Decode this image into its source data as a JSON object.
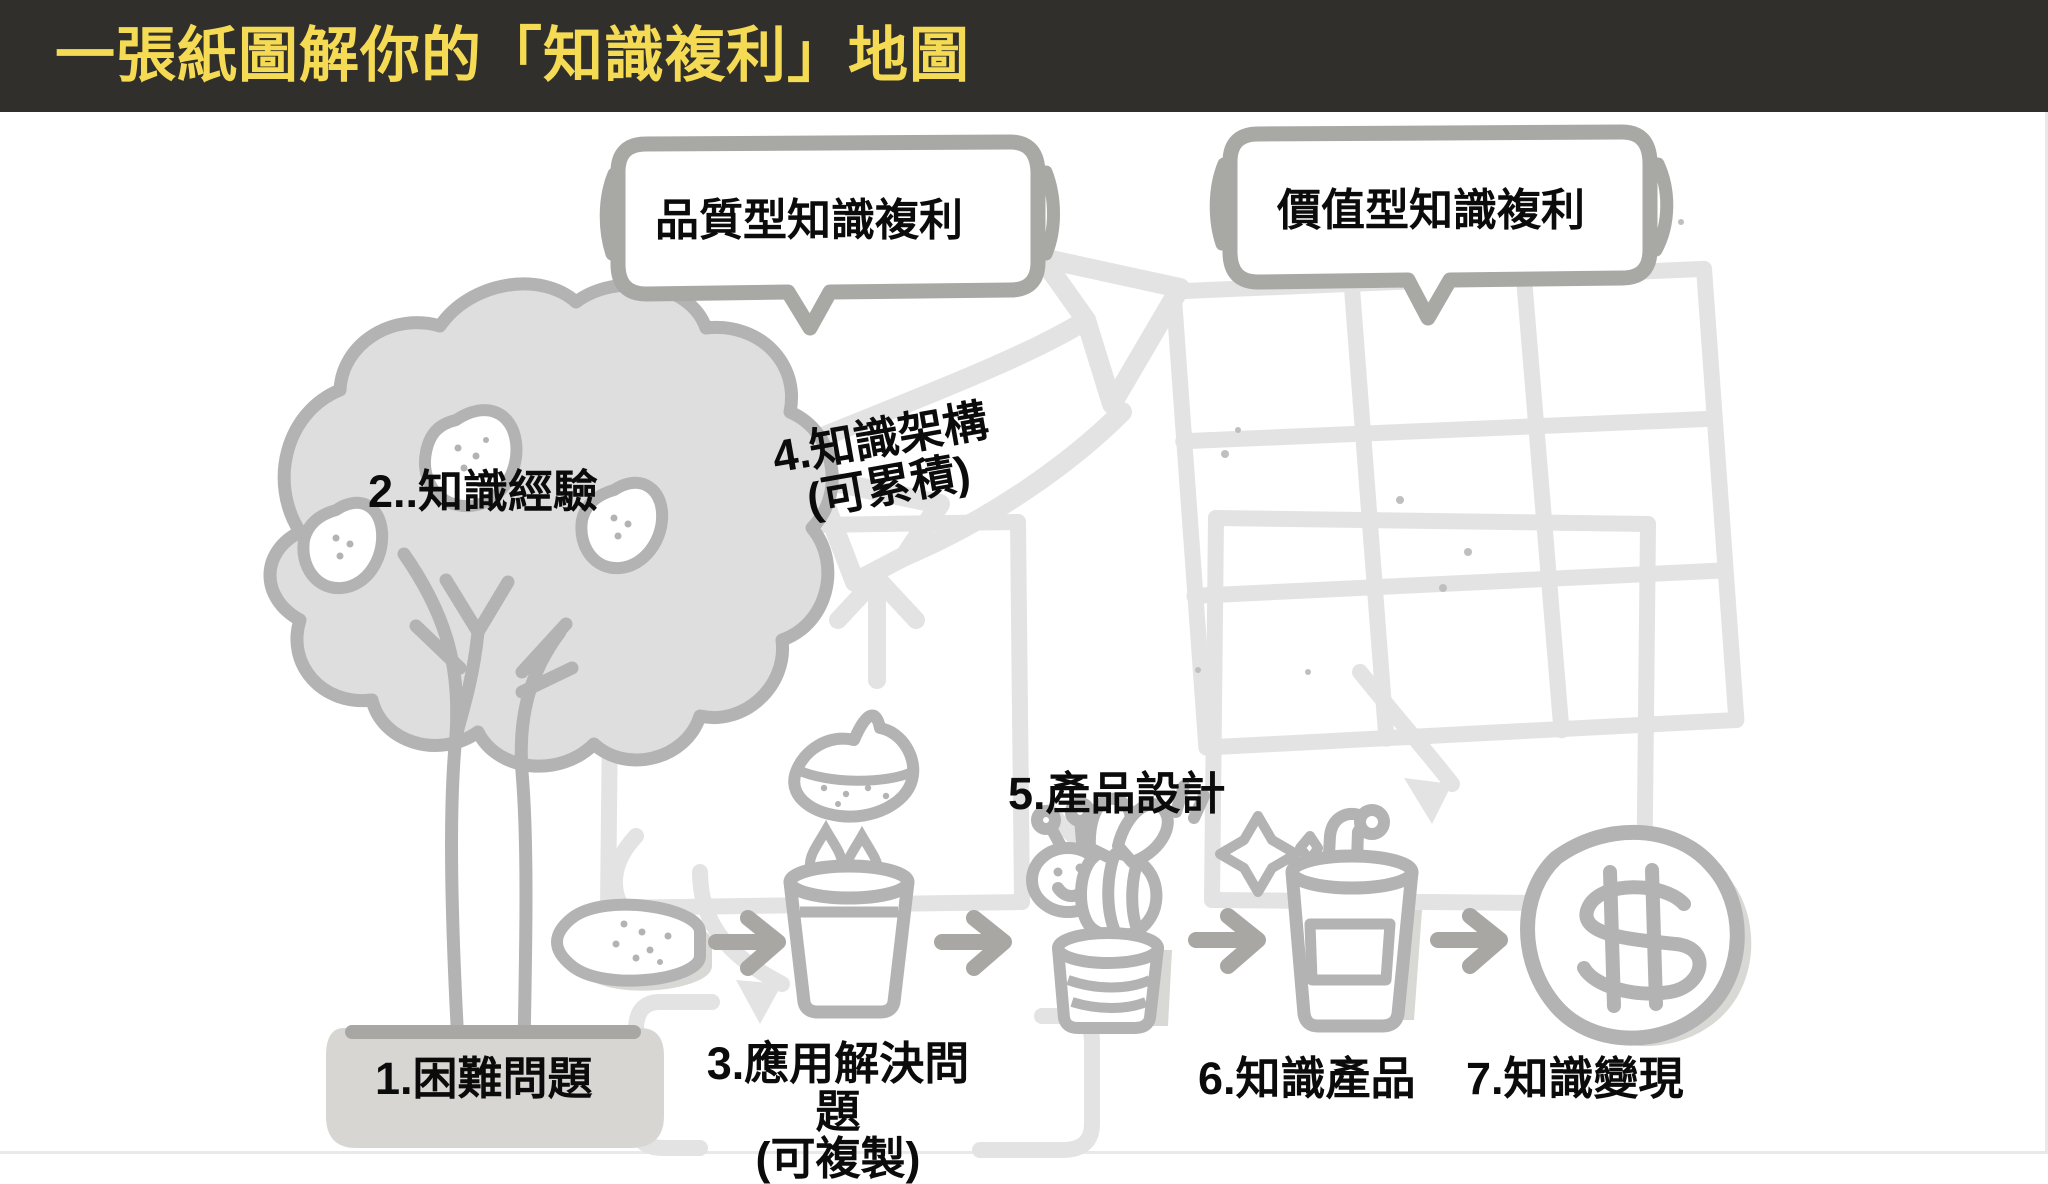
{
  "header": {
    "title": "一張紙圖解你的「知識複利」地圖",
    "bg_color": "#302f2c",
    "text_color": "#f5da54"
  },
  "palette": {
    "ink_dark": "#a8a8a4",
    "ink_light": "#e2e2e2",
    "fill_light": "#dcdcdc",
    "text": "#0b0b0b",
    "page": "#ffffff"
  },
  "callouts": [
    {
      "id": "quality",
      "label": "品質型知識複利"
    },
    {
      "id": "value",
      "label": "價值型知識複利"
    }
  ],
  "nodes": [
    {
      "id": "n1",
      "number": "1.",
      "label": "1.困難問題",
      "icon": "tree-pot-icon"
    },
    {
      "id": "n2",
      "number": "2.",
      "label": "2..知識經驗",
      "icon": "tree-canopy-icon"
    },
    {
      "id": "n3",
      "number": "3.",
      "line1": "3.應用解決問題",
      "line2": "(可複製)",
      "icon": "lemon-juice-glass-icon"
    },
    {
      "id": "n4",
      "number": "4.",
      "line1": "4.知識架構",
      "line2": "(可累積)",
      "icon": "grid-matrix-icon"
    },
    {
      "id": "n5",
      "number": "5.",
      "label": "5.產品設計",
      "icon": "bee-honeypot-icon"
    },
    {
      "id": "n6",
      "number": "6.",
      "label": "6.知識產品",
      "icon": "drink-cup-straw-icon"
    },
    {
      "id": "n7",
      "number": "7.",
      "label": "7.知識變現",
      "icon": "dollar-coin-icon"
    }
  ],
  "icons": {
    "tree": "tree-icon",
    "fruit": "lemon-icon",
    "glass": "glass-icon",
    "droplet": "droplet-icon",
    "bee": "bee-icon",
    "honeypot": "honey-pot-icon",
    "cup": "takeaway-cup-icon",
    "coin": "dollar-coin-icon",
    "grid": "three-by-three-grid-icon",
    "sparkle": "sparkle-icon",
    "arrow": "arrow-right-icon",
    "big_arrow": "curved-block-arrow-icon"
  },
  "coin_symbol": "$"
}
